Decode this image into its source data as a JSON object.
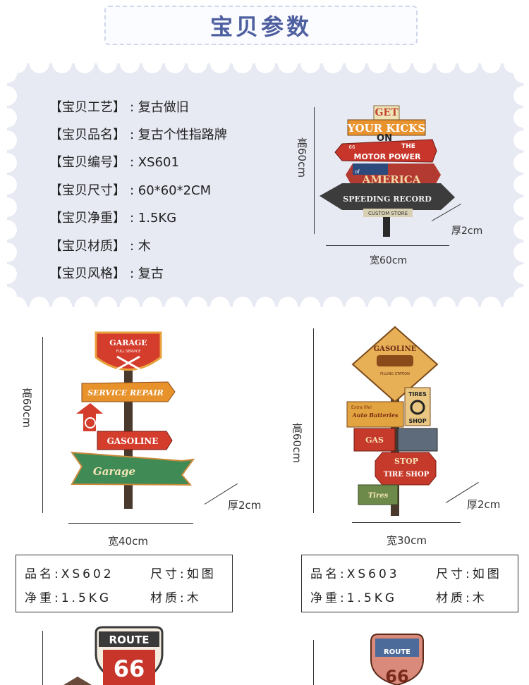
{
  "title": "宝贝参数",
  "params": [
    {
      "key": "【宝贝工艺】",
      "value": ": 复古做旧"
    },
    {
      "key": "【宝贝品名】",
      "value": ": 复古个性指路牌"
    },
    {
      "key": "【宝贝编号】",
      "value": ": XS601"
    },
    {
      "key": "【宝贝尺寸】",
      "value": ": 60*60*2CM"
    },
    {
      "key": "【宝贝净重】",
      "value": ": 1.5KG"
    },
    {
      "key": "【宝贝材质】",
      "value": ": 木"
    },
    {
      "key": "【宝贝风格】",
      "value": ": 复古"
    }
  ],
  "sign1": {
    "height_label": "高60cm",
    "width_label": "宽60cm",
    "depth_label": "厚2cm",
    "text_get": "GET",
    "text_kicks": "YOUR KICKS",
    "text_on": "ON",
    "text_the": "THE",
    "text_66": "66",
    "text_motor": "MOTOR POWER",
    "text_of": "of",
    "text_america": "AMERICA",
    "text_speeding": "SPEEDING RECORD",
    "text_custom": "CUSTOM STORE"
  },
  "sign2": {
    "height_label": "高60cm",
    "width_label": "宽40cm",
    "depth_label": "厚2cm",
    "text_garage": "GARAGE",
    "text_full": "FULL SERVICE",
    "text_service": "SERVICE REPAIR",
    "text_gasoline": "GASOLINE",
    "text_garage2": "Garage"
  },
  "sign3": {
    "height_label": "高60cm",
    "width_label": "宽30cm",
    "depth_label": "厚2cm",
    "text_gasoline": "GASOLINE",
    "text_filling": "FILLING STATION",
    "text_extra": "Extra life!",
    "text_auto": "Auto Batteries",
    "text_tires": "TIRES",
    "text_shop": "SHOP",
    "text_gas": "GAS",
    "text_stop": "STOP",
    "text_tireshop": "TIRE SHOP",
    "text_tires2": "Tires"
  },
  "spec2": {
    "name": "品名:XS602",
    "size": "尺寸:如图",
    "weight": "净重:1.5KG",
    "material": "材质:木"
  },
  "spec3": {
    "name": "品名:XS603",
    "size": "尺寸:如图",
    "weight": "净重:1.5KG",
    "material": "材质:木"
  },
  "bottom": {
    "route": "ROUTE",
    "num": "66"
  },
  "colors": {
    "title": "#4e5fa0",
    "panel": "#e7e9f3",
    "sign_red": "#c8352b",
    "sign_orange": "#e8932d",
    "sign_green": "#3f8a55",
    "sign_dark": "#3b3b3b"
  }
}
